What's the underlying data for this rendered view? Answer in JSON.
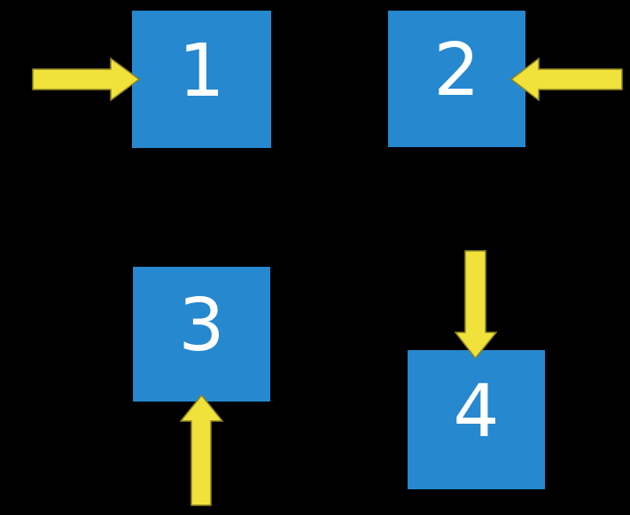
{
  "background_color": "#000000",
  "colors": {
    "box_fill": "#2688CE",
    "arrow_fill": "#F0E23A",
    "arrow_stroke": "#8F8424",
    "label_text": "#FFFFFF"
  },
  "boxes": [
    {
      "label": "1",
      "arrow_direction": "right",
      "arrow_points_from": "left"
    },
    {
      "label": "2",
      "arrow_direction": "left",
      "arrow_points_from": "right"
    },
    {
      "label": "3",
      "arrow_direction": "up",
      "arrow_points_from": "below"
    },
    {
      "label": "4",
      "arrow_direction": "down",
      "arrow_points_from": "above"
    }
  ]
}
